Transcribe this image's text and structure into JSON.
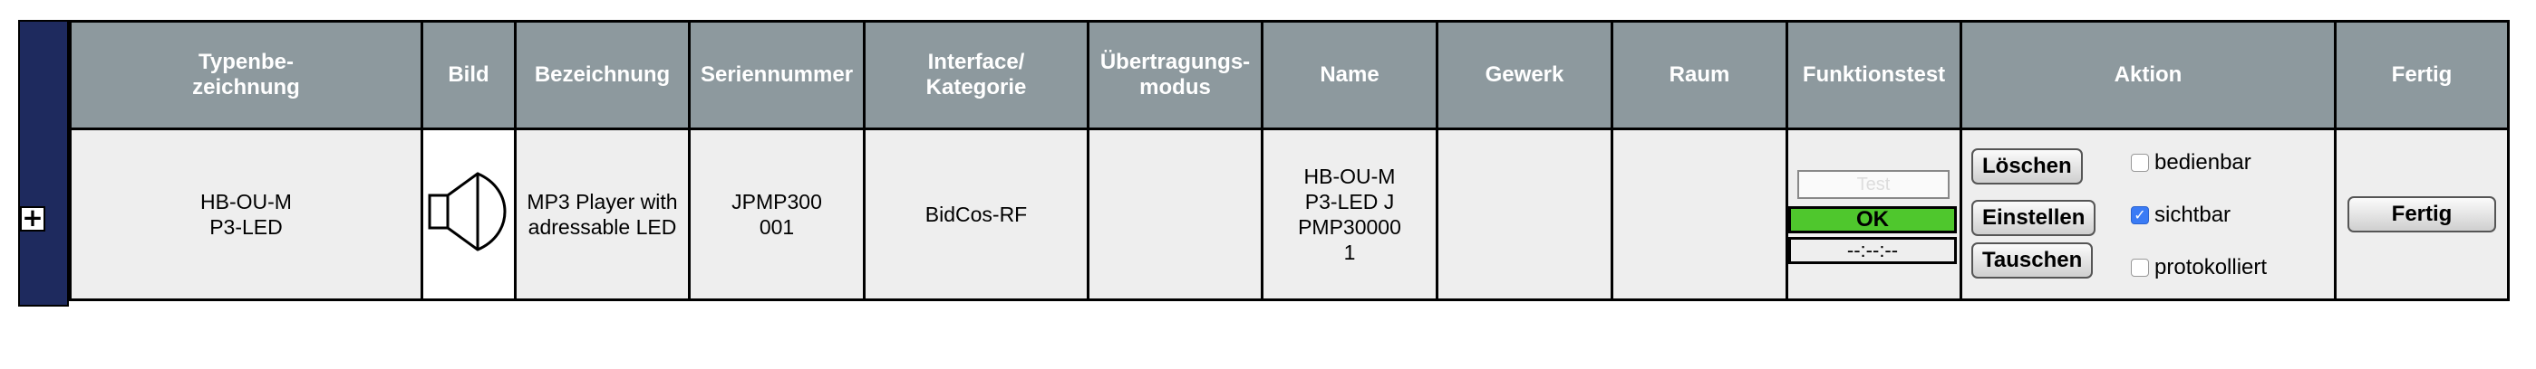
{
  "headers": {
    "typ": "Typenbe-\nzeichnung",
    "bild": "Bild",
    "bezeichnung": "Bezeichnung",
    "serien": "Seriennummer",
    "interface": "Interface/\nKategorie",
    "uebertragung": "Übertragungs-\nmodus",
    "name": "Name",
    "gewerk": "Gewerk",
    "raum": "Raum",
    "funktionstest": "Funktionstest",
    "aktion": "Aktion",
    "fertig": "Fertig"
  },
  "device": {
    "type": "HB-OU-M\nP3-LED",
    "image_icon": "speaker-icon",
    "description": "MP3 Player with\nadressable LED",
    "serial": "JPMP300\n001",
    "interface": "BidCos-RF",
    "transfer_mode": "",
    "name": "HB-OU-M\nP3-LED J\nPMP30000\n1",
    "gewerk": "",
    "raum": ""
  },
  "funktionstest": {
    "test_button": "Test",
    "status": "OK",
    "status_color": "#4fc72d",
    "time": "--:--:--"
  },
  "aktion": {
    "loeschen": "Löschen",
    "einstellen": "Einstellen",
    "tauschen": "Tauschen",
    "checkboxes": [
      {
        "label": "bedienbar",
        "checked": false
      },
      {
        "label": "sichtbar",
        "checked": true
      },
      {
        "label": "protokolliert",
        "checked": false
      }
    ]
  },
  "fertig_button": "Fertig",
  "expand_symbol": "+"
}
